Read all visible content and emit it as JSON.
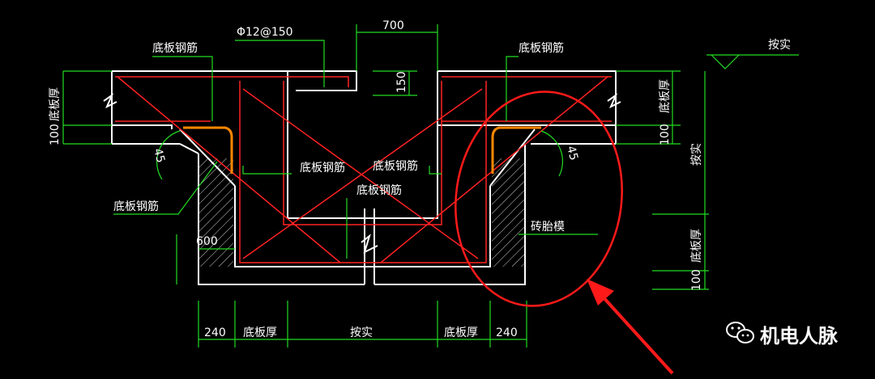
{
  "colors": {
    "background": "#000000",
    "outline": "#ffffff",
    "dimension": "#22dd22",
    "rebar": "#ff2222",
    "bend": "#ff8800",
    "highlight": "#ff1a1a",
    "text": "#ffffff"
  },
  "labels": {
    "rebar_spec": "Φ12@150",
    "dim_top": "700",
    "dim_150": "150",
    "bottom_bar_top_left": "底板钢筋",
    "bottom_bar_top_right": "底板钢筋",
    "bottom_bar_mid_left": "底板钢筋",
    "bottom_bar_mid_right": "底板钢筋",
    "bottom_bar_center": "底板钢筋",
    "bottom_bar_lower_left": "底板钢筋",
    "angle_left": "45",
    "angle_right": "45",
    "dim_600": "600",
    "brick_mold": "砖胎模",
    "left_slab_thick": "底板厚",
    "left_100": "100",
    "right_slab_thick": "底板厚",
    "right_100": "100",
    "right_actual": "按实",
    "right_slab_thick_low": "底板厚",
    "right_100_low": "100",
    "top_right_actual": "按实",
    "bottom_240_left": "240",
    "bottom_slab_left": "底板厚",
    "bottom_actual": "按实",
    "bottom_slab_right": "底板厚",
    "bottom_240_right": "240"
  },
  "watermark": {
    "text": "机电人脉",
    "icon": "wechat-icon"
  }
}
